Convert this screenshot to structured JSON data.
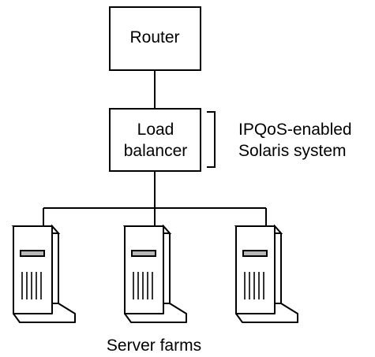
{
  "router": {
    "label": "Router"
  },
  "load_balancer": {
    "line1": "Load",
    "line2": "balancer"
  },
  "annotation": {
    "line1": "IPQoS-enabled",
    "line2": "Solaris system"
  },
  "server_farms": {
    "label": "Server farms",
    "server_count": 3
  },
  "colors": {
    "stroke": "#000000",
    "fill": "#ffffff",
    "server_slot": "#b8b8b8"
  }
}
